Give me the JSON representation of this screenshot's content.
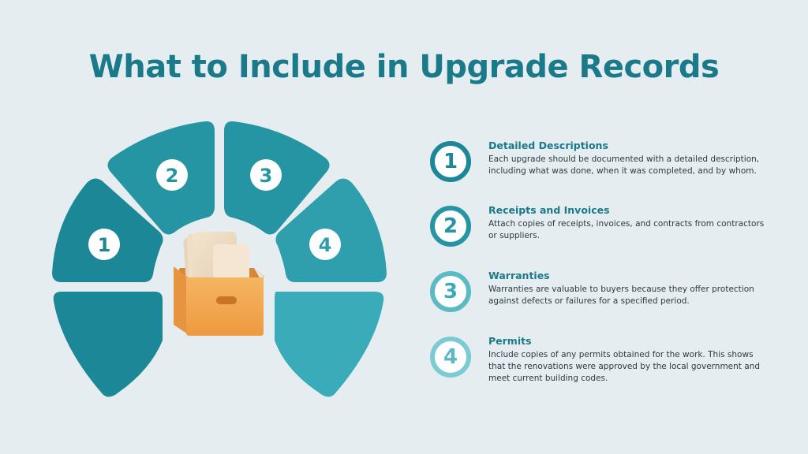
{
  "title": "What to Include in Upgrade Records",
  "colors": {
    "background": "#e6edf0",
    "title": "#1a7a8a",
    "seg1": "#1b8797",
    "seg2": "#2594a3",
    "seg3": "#2f9fad",
    "seg4": "#3aabb8",
    "box": "#f2a550"
  },
  "wheel": {
    "segments": [
      {
        "label": "1"
      },
      {
        "label": "2"
      },
      {
        "label": "3"
      },
      {
        "label": "4"
      }
    ],
    "center_icon": "file-box-icon"
  },
  "items": [
    {
      "number": "1",
      "title": "Detailed Descriptions",
      "description": "Each upgrade should be documented with a detailed description, including what was done, when it was completed, and by whom."
    },
    {
      "number": "2",
      "title": "Receipts and Invoices",
      "description": "Attach copies of receipts, invoices, and contracts from contractors or suppliers."
    },
    {
      "number": "3",
      "title": "Warranties",
      "description": "Warranties are valuable to buyers because they offer protection against defects or failures for a specified period."
    },
    {
      "number": "4",
      "title": "Permits",
      "description": "Include copies of any permits obtained for the work. This shows that the renovations were approved by the local government and meet current building codes."
    }
  ]
}
